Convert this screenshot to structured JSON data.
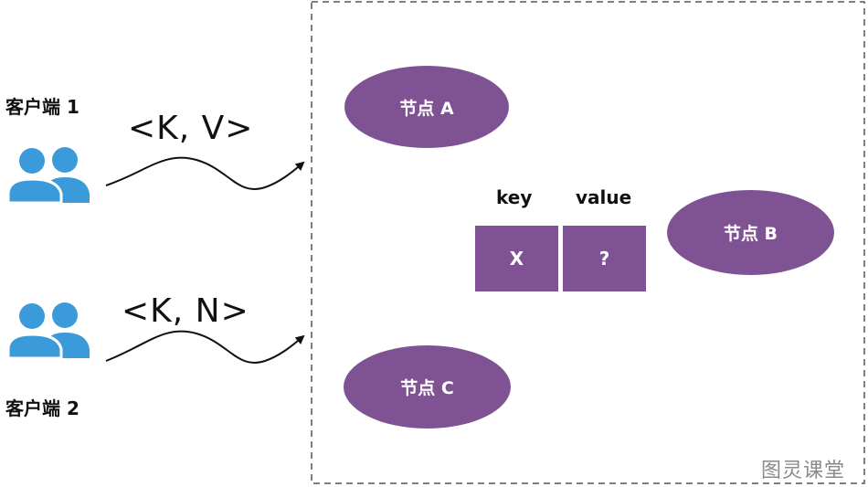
{
  "clients": [
    {
      "label": "客户端 1",
      "message": "<K,  V>",
      "icon": "users-icon"
    },
    {
      "label": "客户端 2",
      "message": "<K,  N>",
      "icon": "users-icon"
    }
  ],
  "nodes": {
    "a": "节点 A",
    "b": "节点 B",
    "c": "节点 C"
  },
  "kv": {
    "key_header": "key",
    "value_header": "value",
    "key_cell": "X",
    "value_cell": "?"
  },
  "watermark": "图灵课堂",
  "colors": {
    "node_fill": "#7f5294",
    "icon_blue": "#3b9ad9",
    "border_dash": "#555555"
  }
}
